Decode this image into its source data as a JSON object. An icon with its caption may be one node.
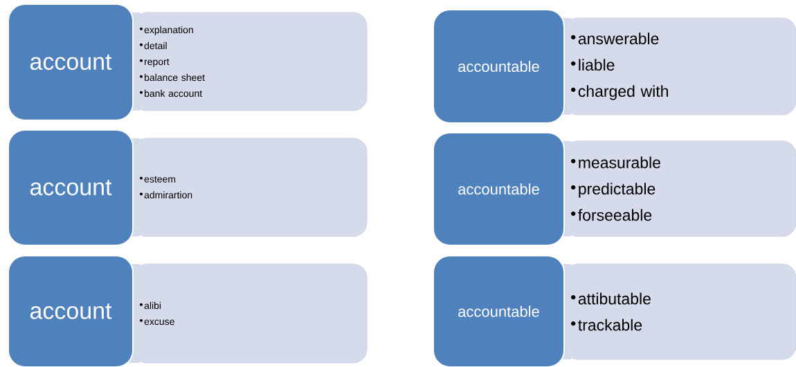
{
  "diagram": {
    "nodes": [
      {
        "text": [
          "account"
        ]
      },
      {
        "text": [
          "explanation",
          "detail",
          "report",
          "balance sheet",
          "bank account"
        ]
      },
      {
        "text": [
          "accountable"
        ]
      },
      {
        "text": [
          "answerable",
          "liable",
          "charged with"
        ]
      },
      {
        "text": [
          "account"
        ]
      },
      {
        "text": [
          "esteem",
          "admirartion"
        ]
      },
      {
        "text": [
          "accountable"
        ]
      },
      {
        "text": [
          "measurable",
          "predictable",
          "forseeable"
        ]
      },
      {
        "text": [
          "account"
        ]
      },
      {
        "text": [
          "alibi",
          "excuse"
        ]
      },
      {
        "text": [
          "accountable"
        ]
      },
      {
        "text": [
          "attibutable",
          "trackable"
        ]
      }
    ]
  }
}
